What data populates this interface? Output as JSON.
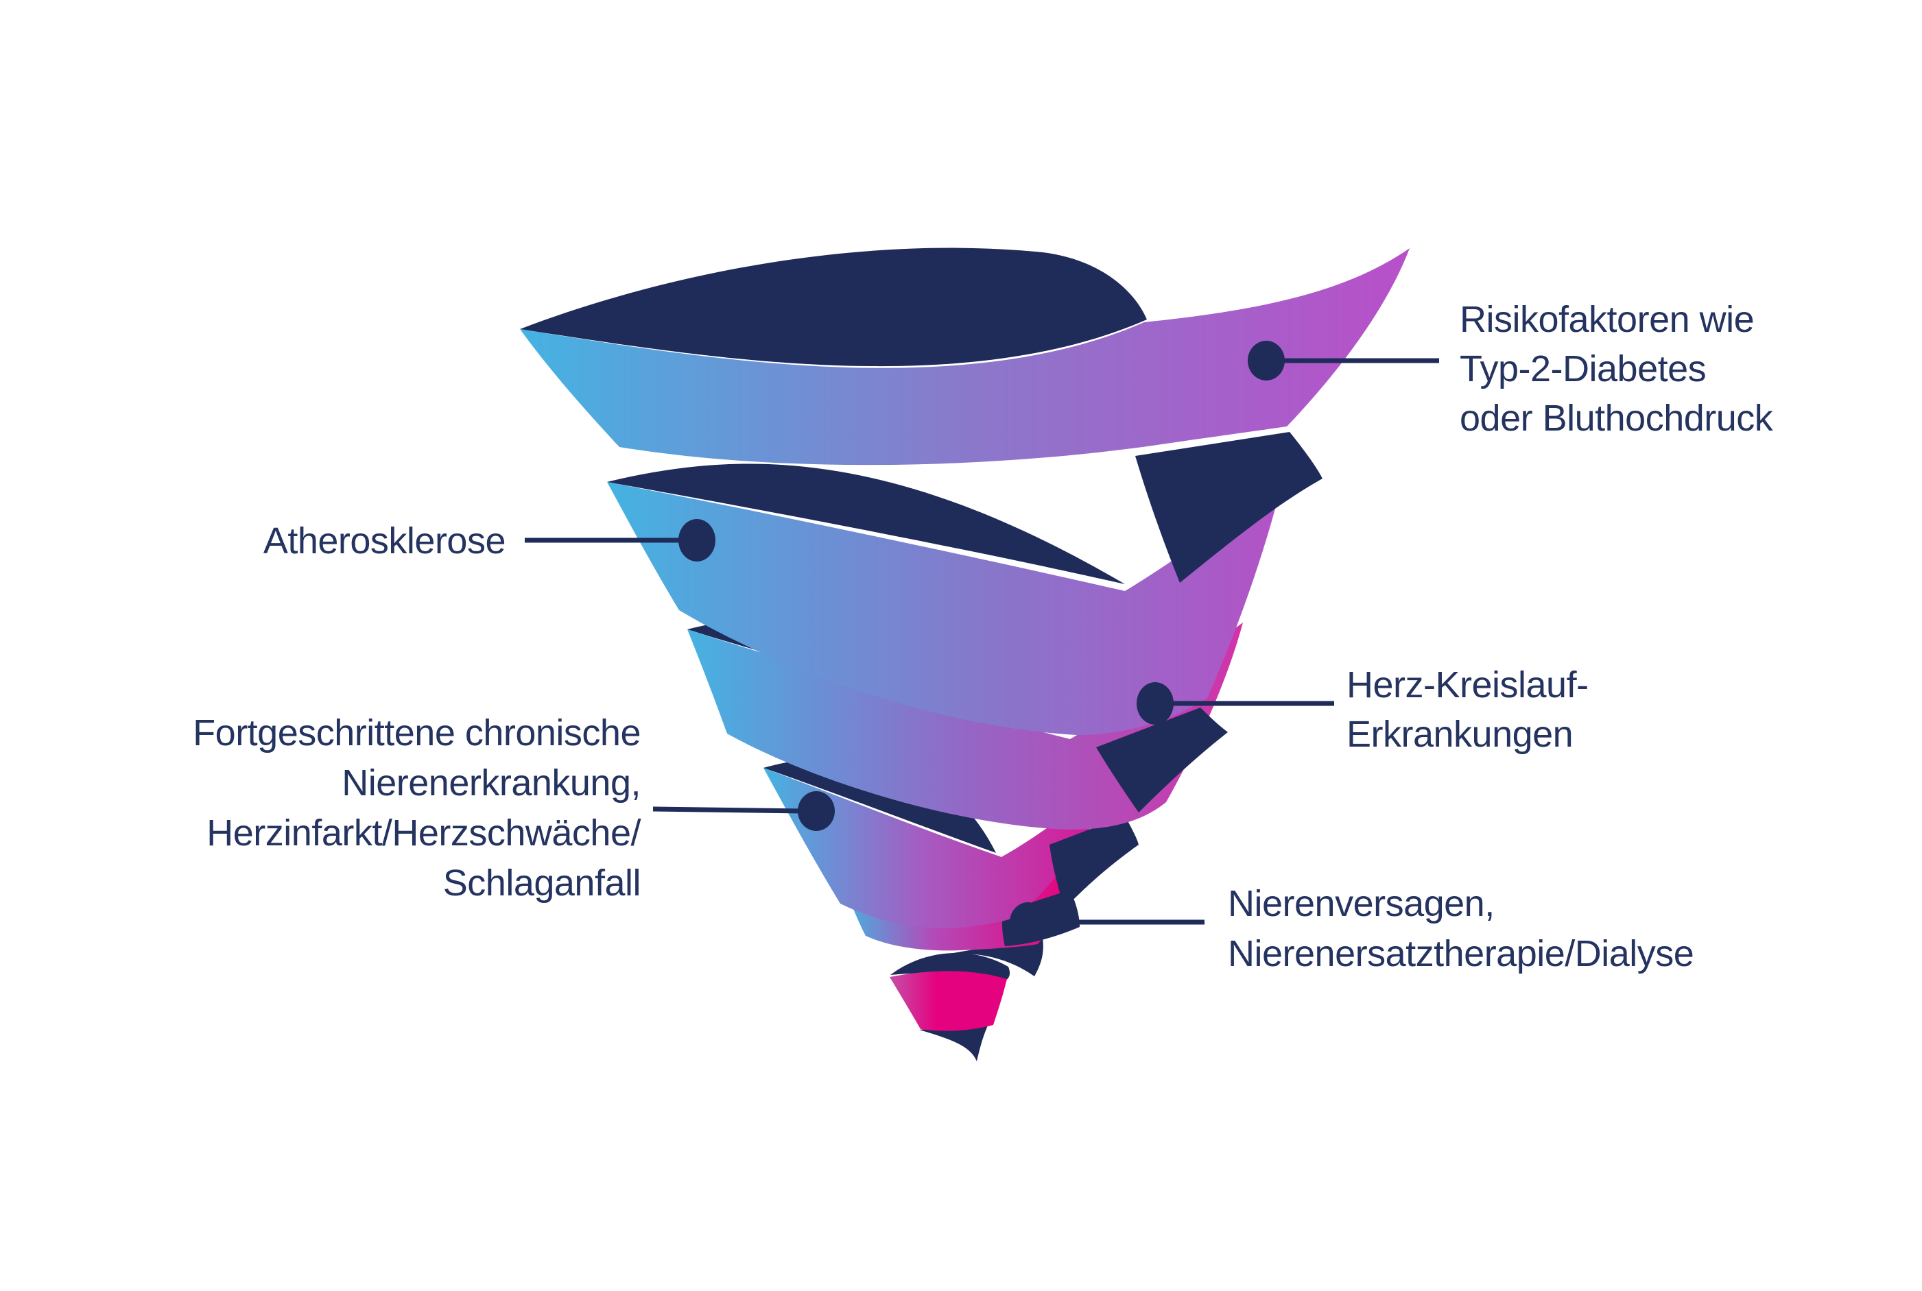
{
  "diagram": {
    "type": "spiral-funnel",
    "description_visible": false,
    "stages": [
      {
        "id": "risk-factors",
        "side": "right",
        "lines": [
          "Risikofaktoren wie",
          "Typ-2-Diabetes",
          "oder Bluthochdruck"
        ]
      },
      {
        "id": "atherosclerosis",
        "side": "left",
        "lines": [
          "Atherosklerose"
        ]
      },
      {
        "id": "cardiovascular",
        "side": "right",
        "lines": [
          "Herz-Kreislauf-",
          "Erkrankungen"
        ]
      },
      {
        "id": "advanced-ckd",
        "side": "left",
        "lines": [
          "Fortgeschrittene chronische",
          "Nierenerkrankung,",
          "Herzinfarkt/Herzschwäche/",
          "Schlaganfall"
        ]
      },
      {
        "id": "kidney-failure",
        "side": "right",
        "lines": [
          "Nierenversagen,",
          "Nierenersatztherapie/Dialyse"
        ]
      }
    ]
  },
  "colors": {
    "background": "#ffffff",
    "navy": "#1F2B58",
    "text": "#24335F",
    "cyan": "#45B3E2",
    "pink": "#E5027E",
    "band_mids": [
      "#8A79CB",
      "#8678CB",
      "#9467C6",
      "#A55CC2",
      "#B24BB8",
      "#E5027E"
    ],
    "band_rights": [
      "#B94FC9",
      "#B352C6",
      "#D232A9",
      "#DE1090",
      "#E5047F",
      "#E5027E"
    ],
    "tip_left": "#C44FA8"
  }
}
